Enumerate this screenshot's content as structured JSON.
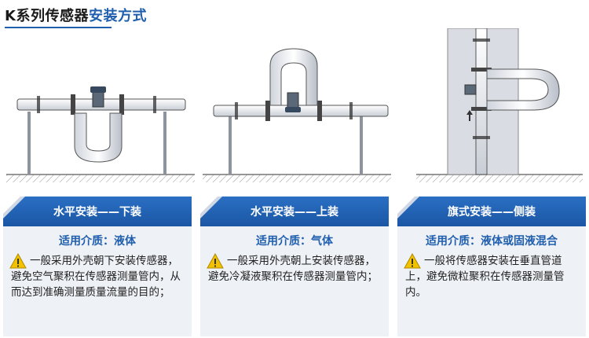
{
  "title": {
    "part1": "K系列传感器",
    "part2": "安装方式"
  },
  "colors": {
    "brand_blue": "#1f5fae",
    "header_blue": "#2a6fc4",
    "card_bg": "#eef1f5",
    "warning_yellow": "#f2c200"
  },
  "cards": [
    {
      "header": "水平安装——下装",
      "medium": "适用介质：液体",
      "desc": "一般采用外壳朝下安装传感器，避免空气聚积在传感器测量管内，从而达到准确测量质量流量的目的；",
      "icon": "warning-icon"
    },
    {
      "header": "水平安装——上装",
      "medium": "适用介质：气体",
      "desc": "一般采用外壳朝上安装传感器，避免冷凝液聚积在传感器测量管内；",
      "icon": "warning-icon"
    },
    {
      "header": "旗式安装——侧装",
      "medium": "适用介质：液体或固液混合",
      "desc": "一般将传感器安装在垂直管道上，避免微粒聚积在传感器测量管内。",
      "icon": "warning-icon"
    }
  ]
}
